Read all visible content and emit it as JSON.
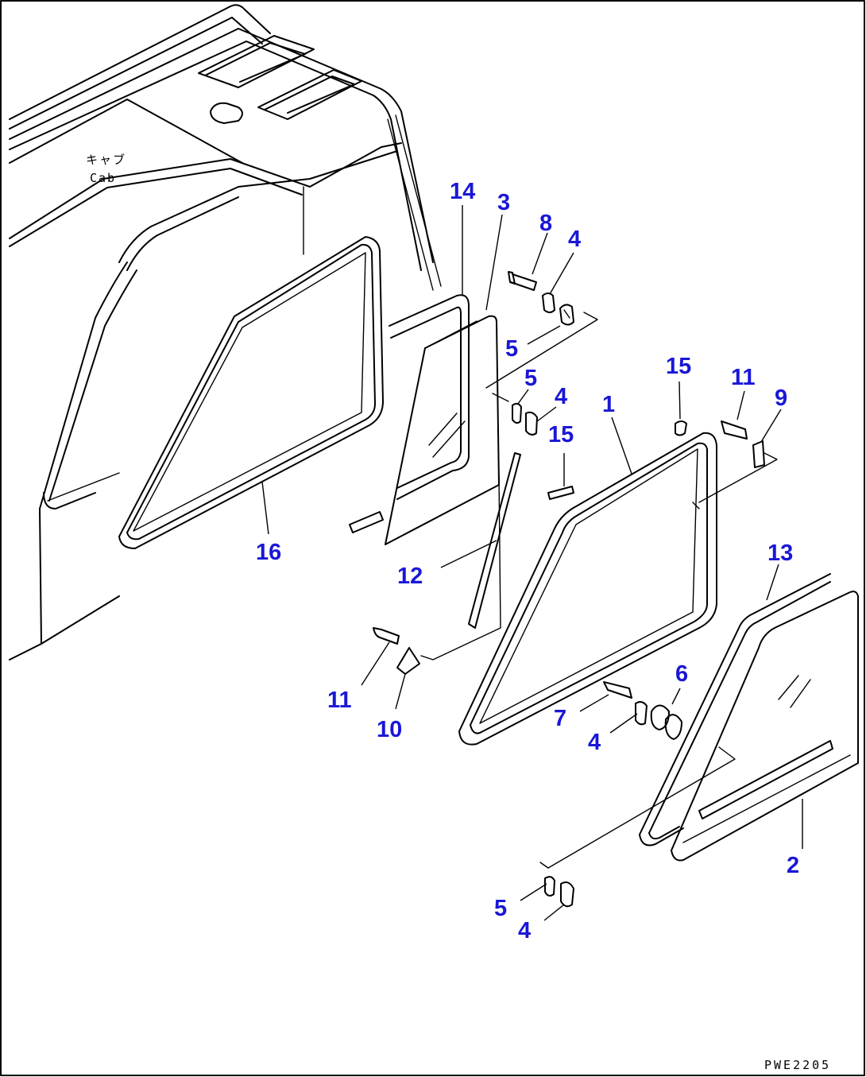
{
  "diagram": {
    "cab_label_jp": "キャブ",
    "cab_label_en": "Cab",
    "drawing_code": "PWE2205",
    "callouts": [
      {
        "id": "c14",
        "text": "14"
      },
      {
        "id": "c3",
        "text": "3"
      },
      {
        "id": "c8",
        "text": "8"
      },
      {
        "id": "c4a",
        "text": "4"
      },
      {
        "id": "c5a",
        "text": "5"
      },
      {
        "id": "c5b",
        "text": "5"
      },
      {
        "id": "c4b",
        "text": "4"
      },
      {
        "id": "c15a",
        "text": "15"
      },
      {
        "id": "c15b",
        "text": "15"
      },
      {
        "id": "c11a",
        "text": "11"
      },
      {
        "id": "c9",
        "text": "9"
      },
      {
        "id": "c1",
        "text": "1"
      },
      {
        "id": "c16",
        "text": "16"
      },
      {
        "id": "c12",
        "text": "12"
      },
      {
        "id": "c13",
        "text": "13"
      },
      {
        "id": "c6",
        "text": "6"
      },
      {
        "id": "c7",
        "text": "7"
      },
      {
        "id": "c4c",
        "text": "4"
      },
      {
        "id": "c11b",
        "text": "11"
      },
      {
        "id": "c10",
        "text": "10"
      },
      {
        "id": "c2",
        "text": "2"
      },
      {
        "id": "c5c",
        "text": "5"
      },
      {
        "id": "c4d",
        "text": "4"
      }
    ]
  }
}
